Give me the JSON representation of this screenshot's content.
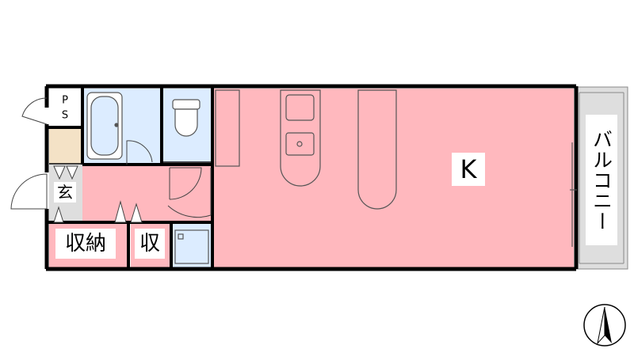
{
  "labels": {
    "ps_top": "P",
    "ps_bottom": "S",
    "entrance": "玄",
    "storage": "収納",
    "storage_small": "収",
    "kitchen": "K",
    "balcony": "バルコニー"
  },
  "colors": {
    "main_room": "#ffb8be",
    "wet_area": "#dcecff",
    "shoe_box": "#f4e2c6",
    "genkan": "#dedede",
    "balcony": "#dedede",
    "wall": "#000000",
    "fixture_stroke": "#555555"
  },
  "icons": {
    "compass": "north-arrow-icon"
  }
}
